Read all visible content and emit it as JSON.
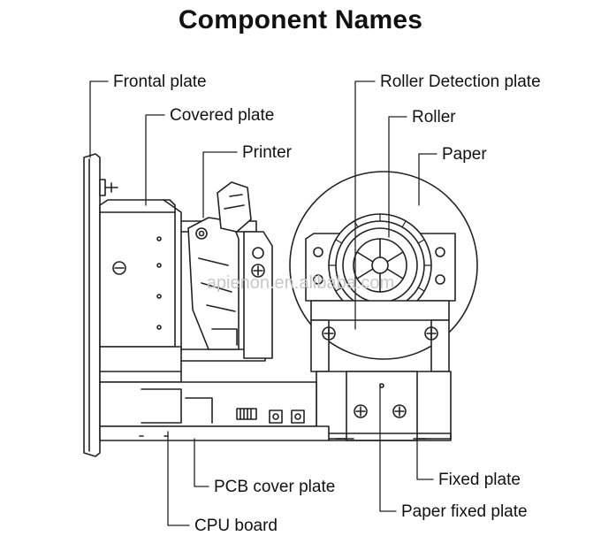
{
  "title": "Component Names",
  "watermark": "apienon.en.alibaba.com",
  "labels": {
    "frontal_plate": "Frontal plate",
    "covered_plate": "Covered plate",
    "printer": "Printer",
    "roller_detection_plate": "Roller Detection plate",
    "roller": "Roller",
    "paper": "Paper",
    "pcb_cover_plate": "PCB cover plate",
    "cpu_board": "CPU board",
    "fixed_plate": "Fixed plate",
    "paper_fixed_plate": "Paper fixed plate"
  },
  "colors": {
    "line": "#222222",
    "text": "#111111",
    "watermark": "#c8c8c8"
  }
}
